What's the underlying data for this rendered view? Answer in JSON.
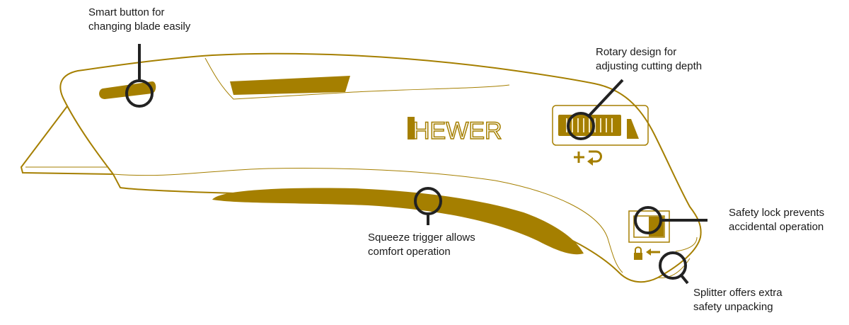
{
  "colors": {
    "gold": "#a57f00",
    "callout": "#222222",
    "background": "#ffffff"
  },
  "brand_logo": "HEWER",
  "callouts": [
    {
      "lines": [
        "Smart button for",
        "changing blade easily"
      ]
    },
    {
      "lines": [
        "Rotary design for",
        "adjusting cutting depth"
      ]
    },
    {
      "lines": [
        "Squeeze trigger allows",
        "comfort operation"
      ]
    },
    {
      "lines": [
        "Safety lock prevents",
        "accidental operation"
      ]
    },
    {
      "lines": [
        "Splitter offers extra",
        "safety unpacking"
      ]
    }
  ],
  "icons": [
    "plus-icon",
    "return-arrow-icon",
    "padlock-icon",
    "left-arrow-icon"
  ]
}
